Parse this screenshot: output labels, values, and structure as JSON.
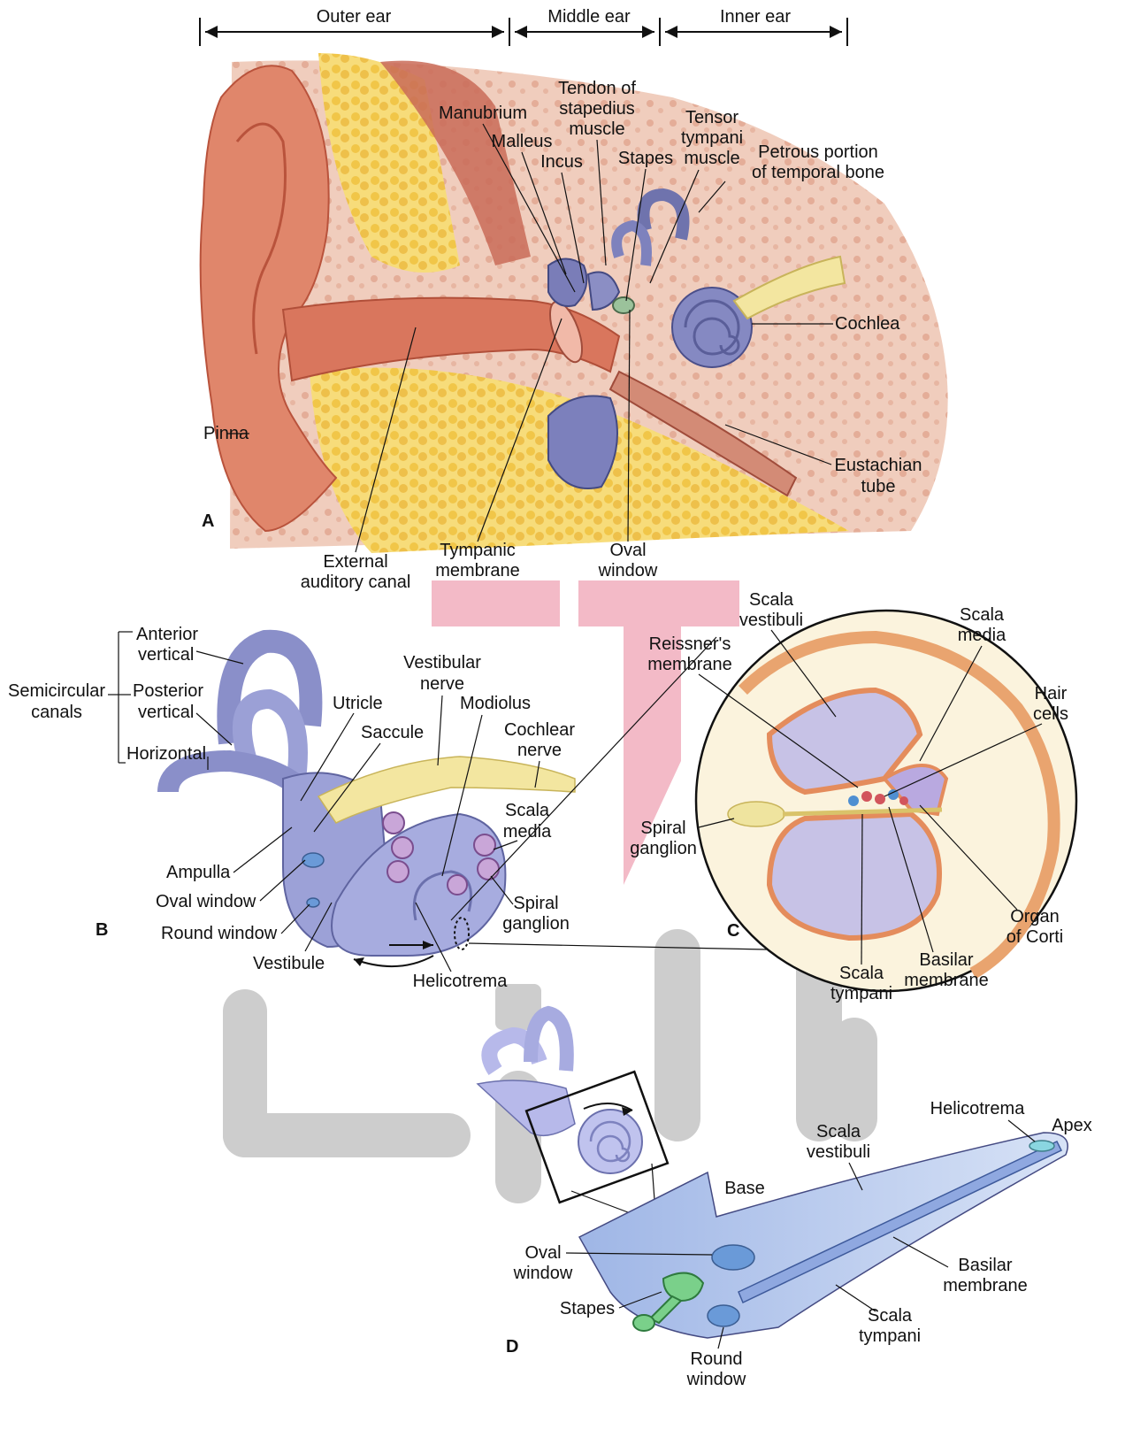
{
  "regions": {
    "outer_ear": "Outer ear",
    "middle_ear": "Middle ear",
    "inner_ear": "Inner ear"
  },
  "panels": {
    "a": "A",
    "b": "B",
    "c": "C",
    "d": "D"
  },
  "panel_a": {
    "manubrium": "Manubrium",
    "tendon_1": "Tendon of",
    "tendon_2": "stapedius",
    "tendon_3": "muscle",
    "tensor_1": "Tensor",
    "tensor_2": "tympani",
    "tensor_3": "muscle",
    "malleus": "Malleus",
    "incus": "Incus",
    "stapes": "Stapes",
    "petrous_1": "Petrous portion",
    "petrous_2": "of temporal bone",
    "cochlea": "Cochlea",
    "pinna": "Pinna",
    "eustachian_1": "Eustachian",
    "eustachian_2": "tube",
    "external_1": "External",
    "external_2": "auditory canal",
    "tympanic_1": "Tympanic",
    "tympanic_2": "membrane",
    "oval_1": "Oval",
    "oval_2": "window"
  },
  "panel_b": {
    "semicircular_1": "Semicircular",
    "semicircular_2": "canals",
    "anterior_1": "Anterior",
    "anterior_2": "vertical",
    "posterior_1": "Posterior",
    "posterior_2": "vertical",
    "horizontal": "Horizontal",
    "utricle": "Utricle",
    "saccule": "Saccule",
    "vestibular_1": "Vestibular",
    "vestibular_2": "nerve",
    "modiolus": "Modiolus",
    "cochlear_1": "Cochlear",
    "cochlear_2": "nerve",
    "scala_media_1": "Scala",
    "scala_media_2": "media",
    "ampulla": "Ampulla",
    "oval_window": "Oval window",
    "round_window": "Round window",
    "vestibule": "Vestibule",
    "spiral_1": "Spiral",
    "spiral_2": "ganglion",
    "helicotrema": "Helicotrema"
  },
  "panel_c": {
    "scala_vestibuli_1": "Scala",
    "scala_vestibuli_2": "vestibuli",
    "scala_media_1": "Scala",
    "scala_media_2": "media",
    "reissner_1": "Reissner's",
    "reissner_2": "membrane",
    "hair_1": "Hair",
    "hair_2": "cells",
    "spiral_1": "Spiral",
    "spiral_2": "ganglion",
    "organ_1": "Organ",
    "organ_2": "of Corti",
    "scala_tympani_1": "Scala",
    "scala_tympani_2": "tympani",
    "basilar_1": "Basilar",
    "basilar_2": "membrane"
  },
  "panel_d": {
    "helicotrema": "Helicotrema",
    "apex": "Apex",
    "scala_vestibuli_1": "Scala",
    "scala_vestibuli_2": "vestibuli",
    "base": "Base",
    "oval_1": "Oval",
    "oval_2": "window",
    "basilar_1": "Basilar",
    "basilar_2": "membrane",
    "stapes": "Stapes",
    "scala_tympani_1": "Scala",
    "scala_tympani_2": "tympani",
    "round_1": "Round",
    "round_2": "window"
  },
  "colors": {
    "skin": "#e0866b",
    "skin_dark": "#c2573e",
    "fat": "#f4d36a",
    "bone": "#efc8b8",
    "canal_purple": "#8a8fc9",
    "nerve": "#f3e6a0",
    "watermark_pink": "#f2b3c1",
    "watermark_gray": "#c8c8c8",
    "scala_fill": "#c7c2e6",
    "duct_blue": "#b7c8ea"
  }
}
